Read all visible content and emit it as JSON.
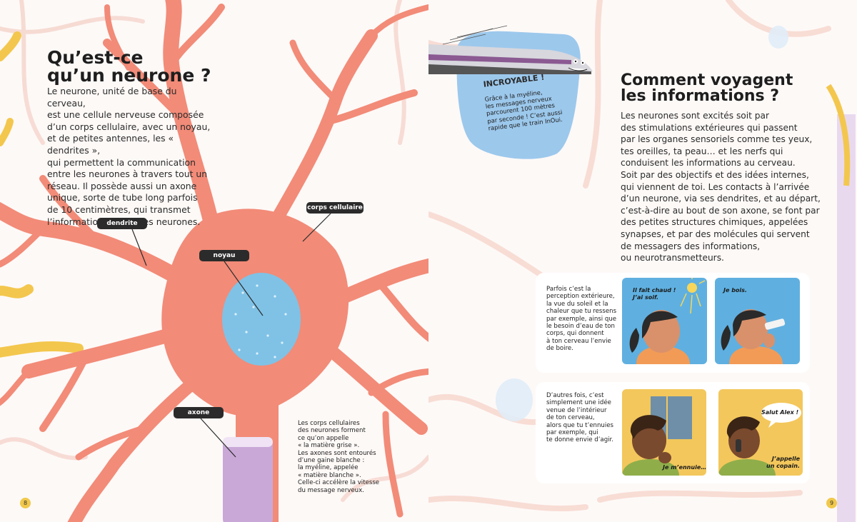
{
  "left_page": {
    "title_line1": "Qu’est-ce",
    "title_line2": "qu’un neurone ?",
    "intro_lines": [
      "Le neurone, unité de base du cerveau,",
      "est une cellule nerveuse composée",
      "d’un corps cellulaire, avec un noyau,",
      "et de petites antennes, les « dendrites »,",
      "qui permettent la communication",
      "entre les neurones à travers tout un",
      "réseau. Il possède aussi un axone",
      "unique, sorte de tube long parfois",
      "de 10 centimètres, qui transmet",
      "l’information aux autres neurones."
    ],
    "labels": {
      "dendrite": "dendrite",
      "corps": "corps cellulaire",
      "noyau": "noyau",
      "axone": "axone"
    },
    "note_lines": [
      "Les corps cellulaires",
      "des neurones forment",
      "ce qu’on appelle",
      "« la matière grise ».",
      "Les axones sont entourés",
      "d’une gaine blanche :",
      "la myéline, appelée",
      "« matière blanche ».",
      "Celle-ci accélère la vitesse",
      "du message nerveux."
    ],
    "page_number": "8"
  },
  "right_page": {
    "callout_title": "INCROYABLE !",
    "callout_lines": [
      "Grâce à la myéline,",
      "les messages nerveux",
      "parcourent 100 mètres",
      "par seconde ! C’est aussi",
      "rapide que le train InOui."
    ],
    "title_line1": "Comment voyagent",
    "title_line2": "les informations ?",
    "body_lines": [
      "Les neurones sont excités soit par",
      "des stimulations extérieures qui passent",
      "par les organes sensoriels comme tes yeux,",
      "tes oreilles, ta peau… et les nerfs qui",
      "conduisent les informations au cerveau.",
      "Soit par des objectifs et des idées internes,",
      "qui viennent de toi. Les contacts à l’arrivée",
      "d’un neurone, via ses dendrites, et au départ,",
      "c’est-à-dire au bout de son axone, se font par",
      "des petites structures chimiques, appelées",
      "synapses, et par des molécules qui servent",
      "de messagers des informations,",
      "ou neurotransmetteurs."
    ],
    "comic1_text_lines": [
      "Parfois c’est la",
      "perception extérieure,",
      "la vue du soleil et la",
      "chaleur que tu ressens",
      "par exemple, ainsi que",
      "le besoin d’eau de ton",
      "corps, qui donnent",
      "à ton cerveau l’envie",
      "de boire."
    ],
    "comic1_panel1_speech": [
      "Il fait chaud !",
      "J’ai soif."
    ],
    "comic1_panel2_speech": "Je bois.",
    "comic2_text_lines": [
      "D’autres fois, c’est",
      "simplement une idée",
      "venue de l’intérieur",
      "de ton cerveau,",
      "alors que tu t’ennuies",
      "par exemple, qui",
      "te donne envie d’agir."
    ],
    "comic2_panel1_speech": "Je m’ennuie…",
    "comic2_panel2_bubble": "Salut Alex !",
    "comic2_panel2_speech": [
      "J’appelle",
      "un copain."
    ],
    "page_number": "9"
  },
  "colors": {
    "neuron": "#f28b78",
    "nucleus": "#7fc2e6",
    "myelin": "#c9a8d8",
    "label_bg": "#2b2b2b",
    "page_number": "#f1c84b",
    "sky_panel": "#5fb0e0",
    "warm_panel": "#f3c75c"
  }
}
